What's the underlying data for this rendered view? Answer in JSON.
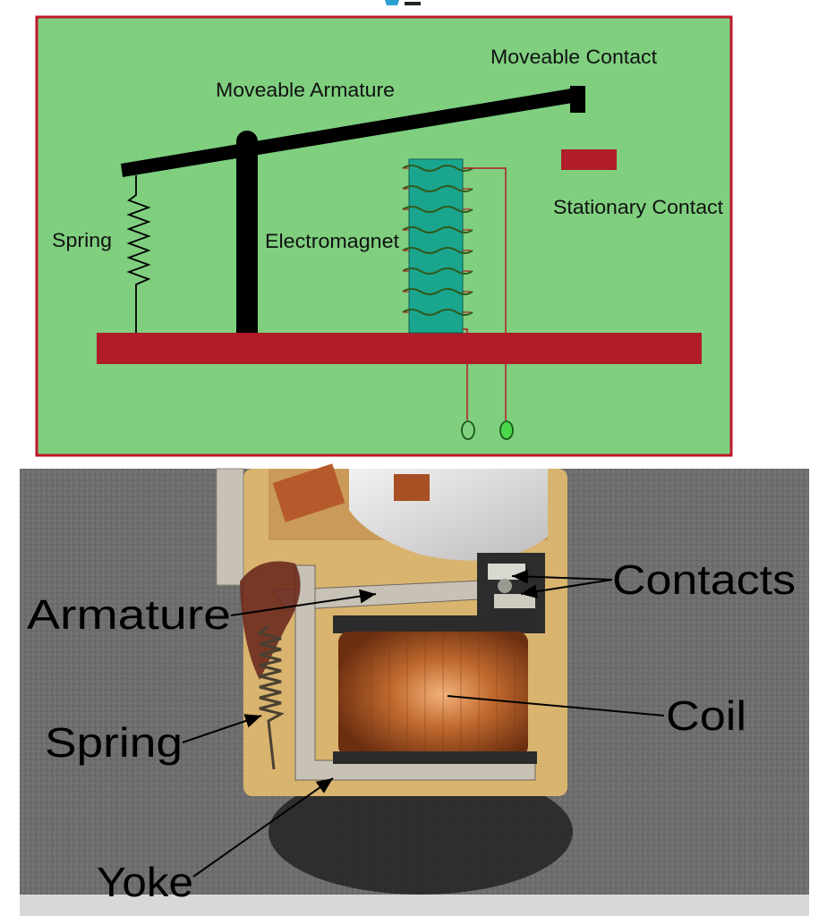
{
  "top_diagram": {
    "labels": {
      "moveable_contact": "Moveable Contact",
      "moveable_armature": "Moveable Armature",
      "spring": "Spring",
      "electromagnet": "Electromagnet",
      "stationary_contact": "Stationary Contact"
    },
    "colors": {
      "background": "#7fcf7f",
      "border": "#c0182a",
      "base": "#b01c28",
      "armature": "#000000",
      "coil": "#1aa58f",
      "wire": "#b01c28",
      "terminal_fill": "#4cd64c"
    }
  },
  "photo": {
    "labels": {
      "contacts": "Contacts",
      "armature": "Armature",
      "coil": "Coil",
      "spring": "Spring",
      "yoke": "Yoke"
    },
    "colors": {
      "background": "#7b7b7b",
      "copper": "#b8652e",
      "frame": "#c8c2b6",
      "board": "#d9b46f"
    }
  }
}
